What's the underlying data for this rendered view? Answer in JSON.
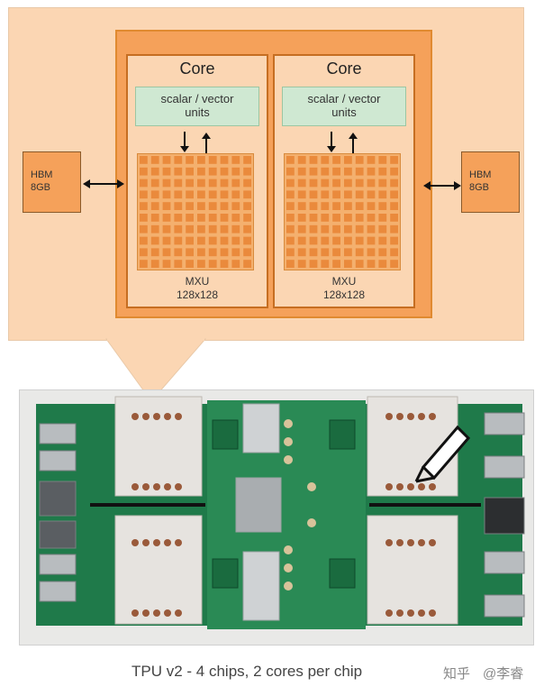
{
  "diagram": {
    "cores": [
      {
        "title": "Core",
        "units_line1": "scalar / vector",
        "units_line2": "units",
        "mxu_line1": "MXU",
        "mxu_line2": "128x128"
      },
      {
        "title": "Core",
        "units_line1": "scalar / vector",
        "units_line2": "units",
        "mxu_line1": "MXU",
        "mxu_line2": "128x128"
      }
    ],
    "hbm_left": {
      "line1": "HBM",
      "line2": "8GB"
    },
    "hbm_right": {
      "line1": "HBM",
      "line2": "8GB"
    }
  },
  "caption": "TPU v2 - 4 chips, 2 cores per chip",
  "watermark": {
    "site": "知乎",
    "user": "@李睿"
  },
  "colors": {
    "panel": "#fbd6b3",
    "chip": "#f5a15a",
    "units": "#cfe8d2",
    "board": "#1f7a4a"
  }
}
